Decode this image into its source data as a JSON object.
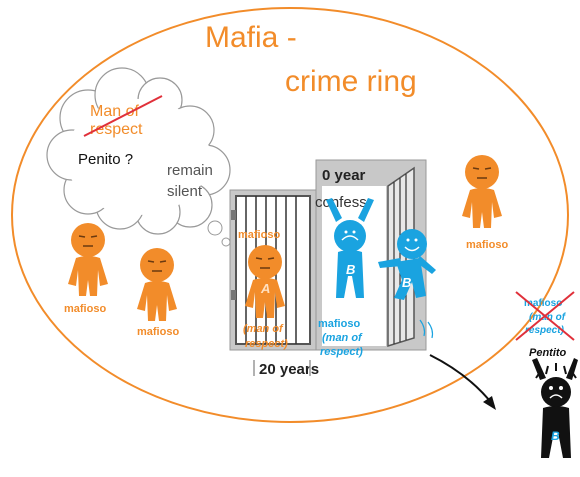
{
  "title_line1": "Mafia -",
  "title_line2": "crime ring",
  "thought": {
    "struck_line1": "Man of",
    "struck_line2": "respect",
    "question": "Penito ?",
    "remain_line1": "remain",
    "remain_line2": "silent"
  },
  "members": {
    "mafioso_label": "mafioso",
    "prisoner_a_letter": "A",
    "prisoner_b_letter": "B",
    "man_of_line1": "(man of",
    "man_of_line2": "respect)"
  },
  "cell_a": {
    "sentence": "20 years"
  },
  "cell_b": {
    "sentence": "0 year",
    "action": "confess"
  },
  "penito": {
    "struck_line1": "mafioso",
    "struck_line2": "(man of",
    "struck_line3": "respect)",
    "label": "Pentito"
  },
  "colors": {
    "orange": "#f28c2a",
    "blue": "#1aa3e0",
    "red": "#e0303a",
    "black": "#111111",
    "gray": "#c8c8c8"
  }
}
